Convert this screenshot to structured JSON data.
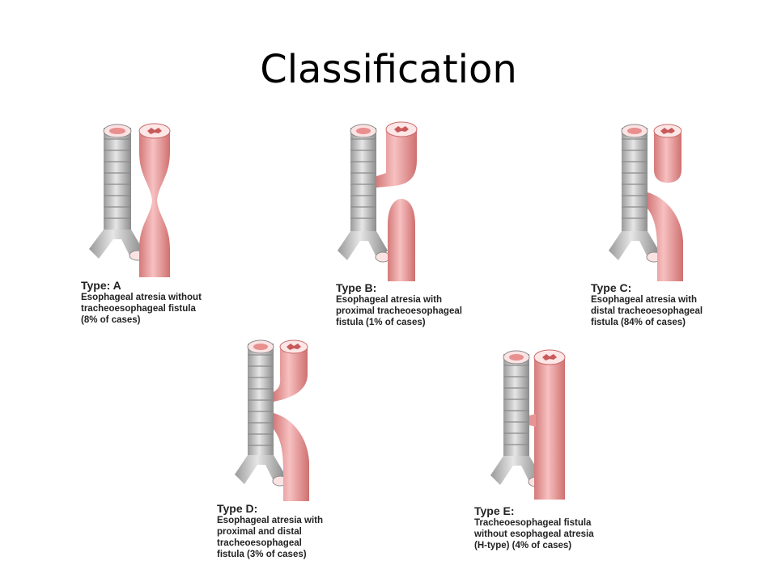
{
  "slide": {
    "title": "Classification"
  },
  "colors": {
    "trachea": "#c8c8c8",
    "trachea_dark": "#8a8a8a",
    "esophagus": "#f2a3a3",
    "esophagus_dark": "#c96b6b",
    "lumen": "#e07a7a"
  },
  "panels": [
    {
      "id": "a",
      "type_label": "Type: A",
      "lines": [
        "Esophageal atresia without",
        "tracheoesophageal fistula",
        "(8% of cases)"
      ]
    },
    {
      "id": "b",
      "type_label": "Type B:",
      "lines": [
        "Esophageal atresia with",
        "proximal tracheoesophageal",
        "fistula (1% of cases)"
      ]
    },
    {
      "id": "c",
      "type_label": "Type C:",
      "lines": [
        "Esophageal atresia with",
        "distal tracheoesophageal",
        "fistula (84% of cases)"
      ]
    },
    {
      "id": "d",
      "type_label": "Type D:",
      "lines": [
        "Esophageal atresia with",
        "proximal and distal",
        "tracheoesophageal",
        "fistula (3% of cases)"
      ]
    },
    {
      "id": "e",
      "type_label": "Type E:",
      "lines": [
        "Tracheoesophageal fistula",
        "without esophageal atresia",
        "(H-type) (4% of cases)"
      ]
    }
  ]
}
